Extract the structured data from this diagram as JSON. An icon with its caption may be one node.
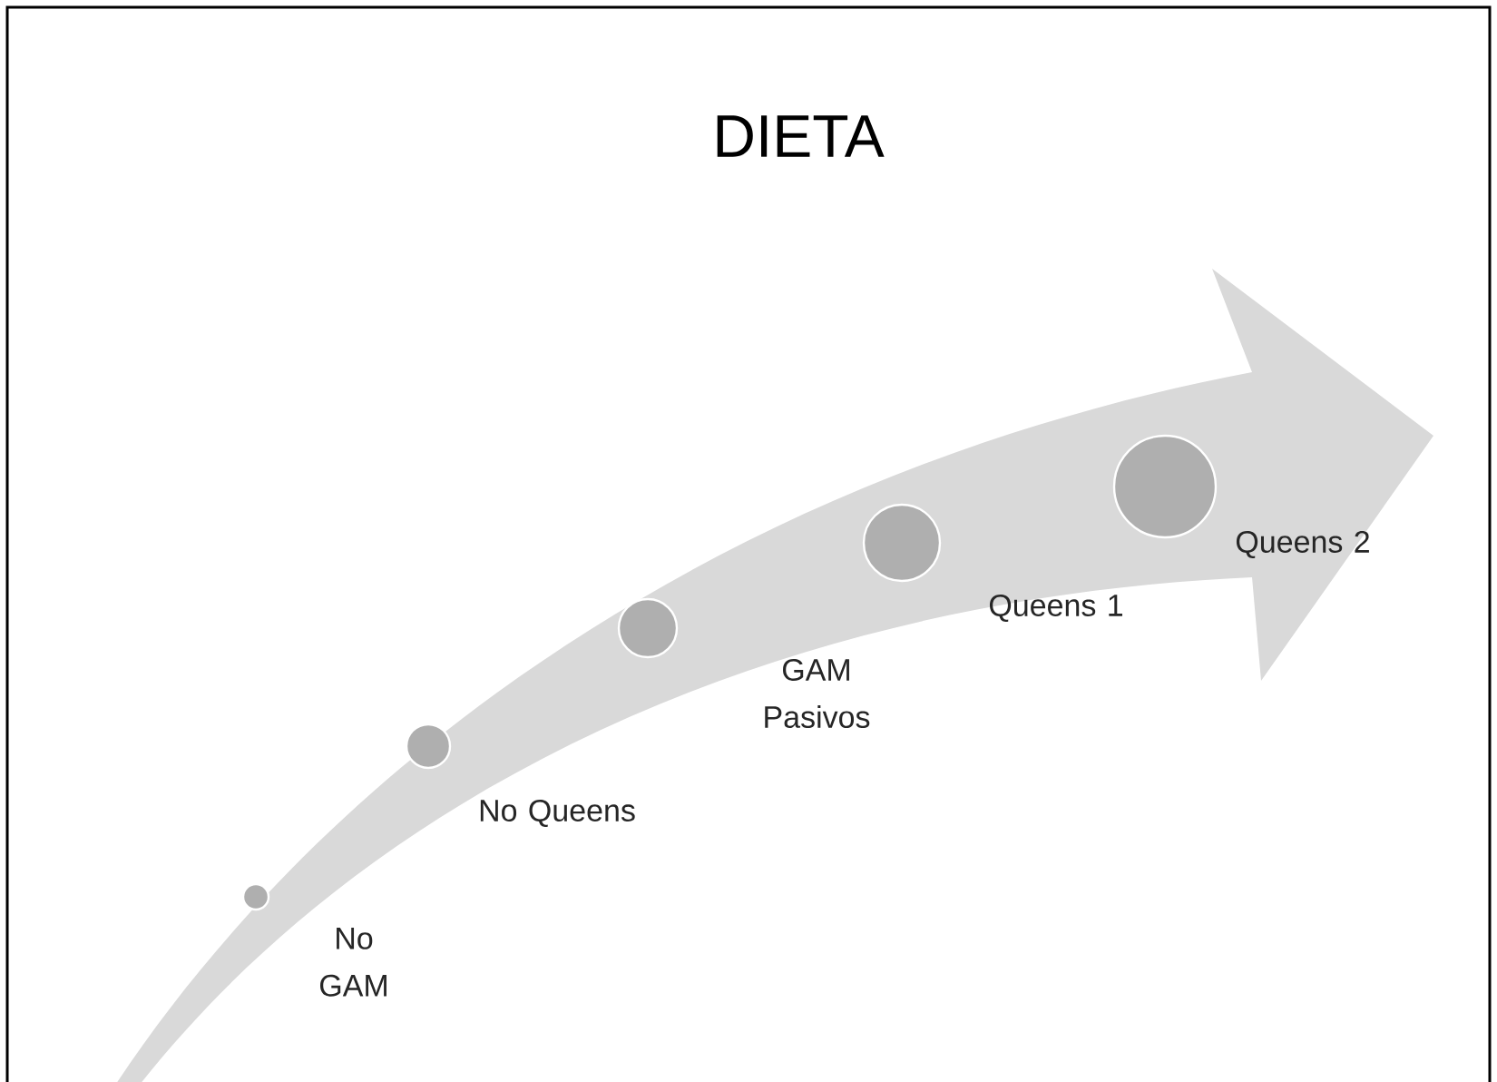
{
  "diagram": {
    "title": "DIETA",
    "nodes": [
      {
        "text": [],
        "shape": "circle",
        "beside": [
          "No GAM"
        ]
      },
      {
        "text": [],
        "shape": "circle",
        "beside": [
          "No Queens"
        ]
      },
      {
        "text": [],
        "shape": "circle",
        "beside": [
          "GAM Pasivos"
        ]
      },
      {
        "text": [],
        "shape": "circle",
        "beside": [
          "Queens 1"
        ]
      },
      {
        "text": [],
        "shape": "circle",
        "beside": [
          "Queens 2"
        ]
      }
    ]
  }
}
